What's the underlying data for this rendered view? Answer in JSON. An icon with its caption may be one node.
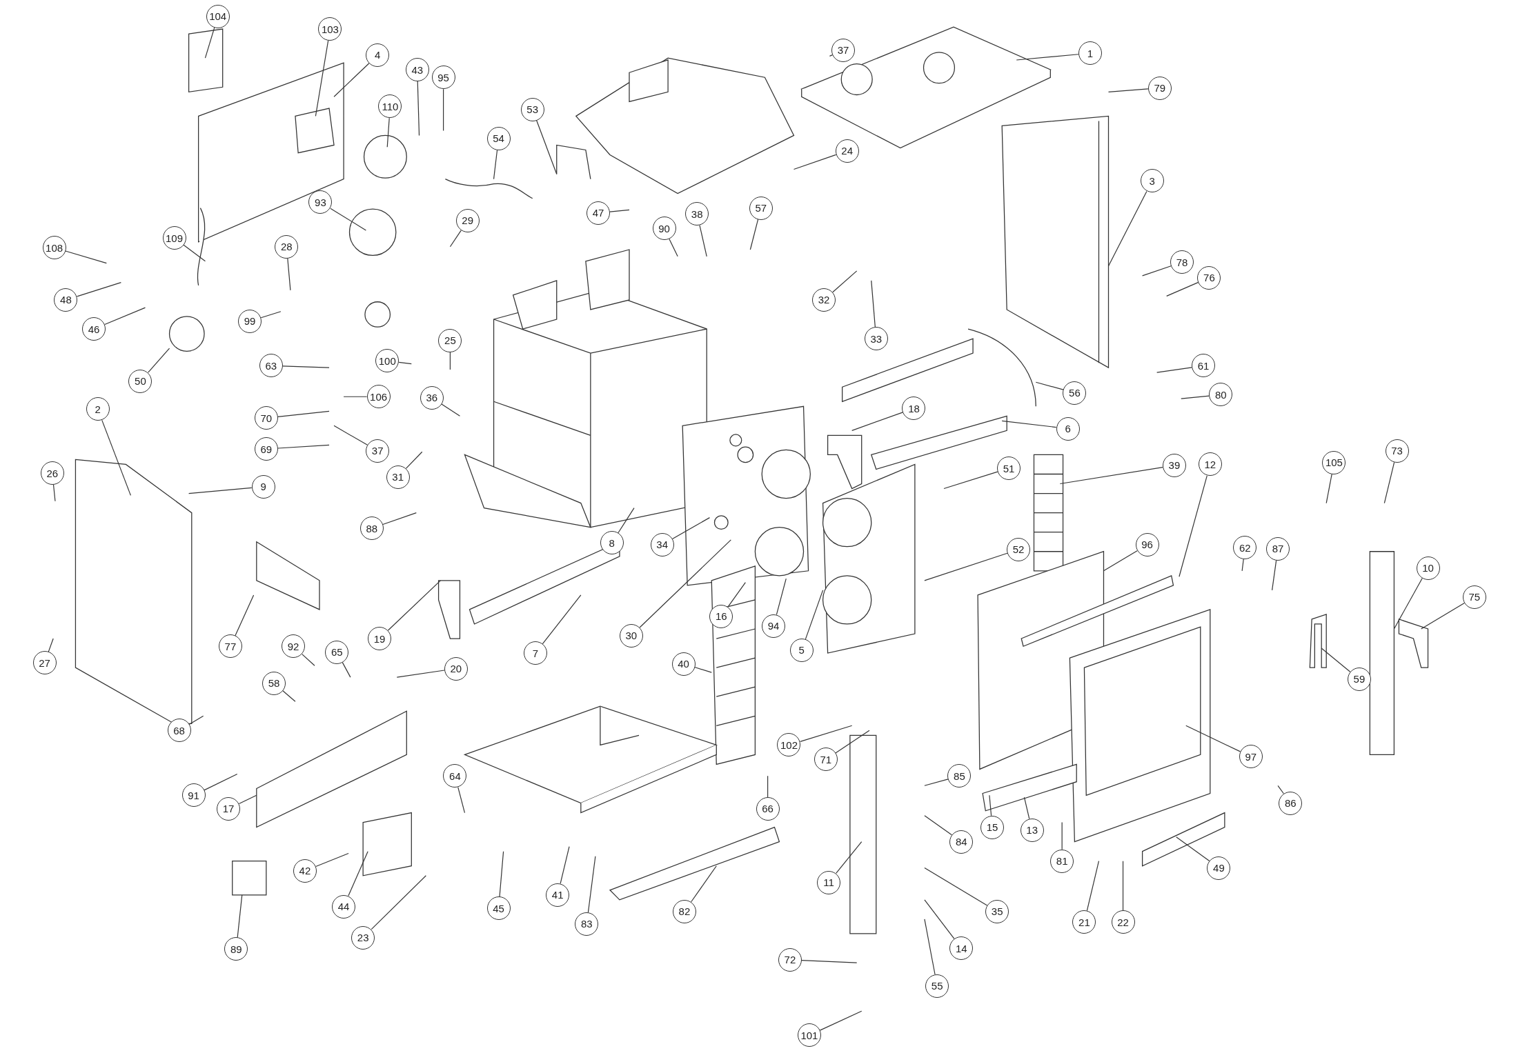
{
  "diagram": {
    "nodes": [
      {
        "text": [
          "104"
        ]
      },
      {
        "text": [
          "103"
        ]
      },
      {
        "text": [
          "4"
        ]
      },
      {
        "text": [
          "43"
        ]
      },
      {
        "text": [
          "95"
        ]
      },
      {
        "text": [
          "110"
        ]
      },
      {
        "text": [
          "108"
        ]
      },
      {
        "text": [
          "109"
        ]
      },
      {
        "text": [
          "48"
        ]
      },
      {
        "text": [
          "28"
        ]
      },
      {
        "text": [
          "93"
        ]
      },
      {
        "text": [
          "29"
        ]
      },
      {
        "text": [
          "54"
        ]
      },
      {
        "text": [
          "53"
        ]
      },
      {
        "text": [
          "37"
        ]
      },
      {
        "text": [
          "1"
        ]
      },
      {
        "text": [
          "79"
        ]
      },
      {
        "text": [
          "24"
        ]
      },
      {
        "text": [
          "47"
        ]
      },
      {
        "text": [
          "90"
        ]
      },
      {
        "text": [
          "38"
        ]
      },
      {
        "text": [
          "57"
        ]
      },
      {
        "text": [
          "3"
        ]
      },
      {
        "text": [
          "78"
        ]
      },
      {
        "text": [
          "76"
        ]
      },
      {
        "text": [
          "32"
        ]
      },
      {
        "text": [
          "33"
        ]
      },
      {
        "text": [
          "46"
        ]
      },
      {
        "text": [
          "99"
        ]
      },
      {
        "text": [
          "50"
        ]
      },
      {
        "text": [
          "63"
        ]
      },
      {
        "text": [
          "100"
        ]
      },
      {
        "text": [
          "25"
        ]
      },
      {
        "text": [
          "106"
        ]
      },
      {
        "text": [
          "70"
        ]
      },
      {
        "text": [
          "36"
        ]
      },
      {
        "text": [
          "37"
        ]
      },
      {
        "text": [
          "61"
        ]
      },
      {
        "text": [
          "80"
        ]
      },
      {
        "text": [
          "56"
        ]
      },
      {
        "text": [
          "18"
        ]
      },
      {
        "text": [
          "6"
        ]
      },
      {
        "text": [
          "69"
        ]
      },
      {
        "text": [
          "31"
        ]
      },
      {
        "text": [
          "9"
        ]
      },
      {
        "text": [
          "2"
        ]
      },
      {
        "text": [
          "26"
        ]
      },
      {
        "text": [
          "51"
        ]
      },
      {
        "text": [
          "39"
        ]
      },
      {
        "text": [
          "12"
        ]
      },
      {
        "text": [
          "88"
        ]
      },
      {
        "text": [
          "8"
        ]
      },
      {
        "text": [
          "34"
        ]
      },
      {
        "text": [
          "105"
        ]
      },
      {
        "text": [
          "73"
        ]
      },
      {
        "text": [
          "62"
        ]
      },
      {
        "text": [
          "87"
        ]
      },
      {
        "text": [
          "96"
        ]
      },
      {
        "text": [
          "52"
        ]
      },
      {
        "text": [
          "10"
        ]
      },
      {
        "text": [
          "19"
        ]
      },
      {
        "text": [
          "7"
        ]
      },
      {
        "text": [
          "30"
        ]
      },
      {
        "text": [
          "16"
        ]
      },
      {
        "text": [
          "94"
        ]
      },
      {
        "text": [
          "5"
        ]
      },
      {
        "text": [
          "75"
        ]
      },
      {
        "text": [
          "40"
        ]
      },
      {
        "text": [
          "77"
        ]
      },
      {
        "text": [
          "27"
        ]
      },
      {
        "text": [
          "59"
        ]
      },
      {
        "text": [
          "92"
        ]
      },
      {
        "text": [
          "65"
        ]
      },
      {
        "text": [
          "20"
        ]
      },
      {
        "text": [
          "58"
        ]
      },
      {
        "text": [
          "97"
        ]
      },
      {
        "text": [
          "68"
        ]
      },
      {
        "text": [
          "102"
        ]
      },
      {
        "text": [
          "71"
        ]
      },
      {
        "text": [
          "86"
        ]
      },
      {
        "text": [
          "85"
        ]
      },
      {
        "text": [
          "91"
        ]
      },
      {
        "text": [
          "17"
        ]
      },
      {
        "text": [
          "64"
        ]
      },
      {
        "text": [
          "66"
        ]
      },
      {
        "text": [
          "15"
        ]
      },
      {
        "text": [
          "13"
        ]
      },
      {
        "text": [
          "84"
        ]
      },
      {
        "text": [
          "81"
        ]
      },
      {
        "text": [
          "49"
        ]
      },
      {
        "text": [
          "44"
        ]
      },
      {
        "text": [
          "42"
        ]
      },
      {
        "text": [
          "41"
        ]
      },
      {
        "text": [
          "83"
        ]
      },
      {
        "text": [
          "45"
        ]
      },
      {
        "text": [
          "11"
        ]
      },
      {
        "text": [
          "35"
        ]
      },
      {
        "text": [
          "21"
        ]
      },
      {
        "text": [
          "22"
        ]
      },
      {
        "text": [
          "23"
        ]
      },
      {
        "text": [
          "82"
        ]
      },
      {
        "text": [
          "89"
        ]
      },
      {
        "text": [
          "14"
        ]
      },
      {
        "text": [
          "55"
        ]
      },
      {
        "text": [
          "72"
        ]
      },
      {
        "text": [
          "101"
        ]
      }
    ],
    "edges": [
      {
        "from": 0,
        "to": null,
        "arrow": "none"
      },
      {
        "from": 1,
        "to": null,
        "arrow": "none"
      },
      {
        "from": 2,
        "to": null,
        "arrow": "none"
      },
      {
        "from": 3,
        "to": null,
        "arrow": "none"
      },
      {
        "from": 4,
        "to": null,
        "arrow": "none"
      },
      {
        "from": 5,
        "to": null,
        "arrow": "none"
      },
      {
        "from": 6,
        "to": null,
        "arrow": "none"
      },
      {
        "from": 7,
        "to": null,
        "arrow": "none"
      },
      {
        "from": 8,
        "to": null,
        "arrow": "none"
      },
      {
        "from": 9,
        "to": null,
        "arrow": "none"
      },
      {
        "from": 10,
        "to": null,
        "arrow": "none"
      },
      {
        "from": 11,
        "to": null,
        "arrow": "none"
      },
      {
        "from": 12,
        "to": null,
        "arrow": "none"
      },
      {
        "from": 13,
        "to": null,
        "arrow": "none"
      },
      {
        "from": 14,
        "to": null,
        "arrow": "none"
      },
      {
        "from": 15,
        "to": null,
        "arrow": "none"
      },
      {
        "from": 16,
        "to": null,
        "arrow": "none"
      },
      {
        "from": 17,
        "to": null,
        "arrow": "none"
      },
      {
        "from": 18,
        "to": null,
        "arrow": "none"
      },
      {
        "from": 19,
        "to": null,
        "arrow": "none"
      },
      {
        "from": 20,
        "to": null,
        "arrow": "none"
      },
      {
        "from": 21,
        "to": null,
        "arrow": "none"
      },
      {
        "from": 22,
        "to": null,
        "arrow": "none"
      },
      {
        "from": 23,
        "to": null,
        "arrow": "none"
      },
      {
        "from": 24,
        "to": null,
        "arrow": "none"
      },
      {
        "from": 25,
        "to": null,
        "arrow": "none"
      },
      {
        "from": 26,
        "to": null,
        "arrow": "none"
      },
      {
        "from": 27,
        "to": null,
        "arrow": "none"
      },
      {
        "from": 28,
        "to": null,
        "arrow": "none"
      },
      {
        "from": 29,
        "to": null,
        "arrow": "none"
      },
      {
        "from": 30,
        "to": null,
        "arrow": "none"
      },
      {
        "from": 31,
        "to": null,
        "arrow": "none"
      },
      {
        "from": 32,
        "to": null,
        "arrow": "none"
      },
      {
        "from": 33,
        "to": null,
        "arrow": "none"
      },
      {
        "from": 34,
        "to": null,
        "arrow": "none"
      },
      {
        "from": 35,
        "to": null,
        "arrow": "none"
      },
      {
        "from": 36,
        "to": null,
        "arrow": "none"
      },
      {
        "from": 37,
        "to": null,
        "arrow": "none"
      },
      {
        "from": 38,
        "to": null,
        "arrow": "none"
      },
      {
        "from": 39,
        "to": null,
        "arrow": "none"
      },
      {
        "from": 40,
        "to": null,
        "arrow": "none"
      },
      {
        "from": 41,
        "to": null,
        "arrow": "none"
      },
      {
        "from": 42,
        "to": null,
        "arrow": "none"
      },
      {
        "from": 43,
        "to": null,
        "arrow": "none"
      },
      {
        "from": 44,
        "to": null,
        "arrow": "none"
      },
      {
        "from": 45,
        "to": null,
        "arrow": "none"
      },
      {
        "from": 46,
        "to": null,
        "arrow": "none"
      },
      {
        "from": 47,
        "to": null,
        "arrow": "none"
      },
      {
        "from": 48,
        "to": null,
        "arrow": "none"
      },
      {
        "from": 49,
        "to": null,
        "arrow": "none"
      },
      {
        "from": 50,
        "to": null,
        "arrow": "none"
      },
      {
        "from": 51,
        "to": null,
        "arrow": "none"
      },
      {
        "from": 52,
        "to": null,
        "arrow": "none"
      },
      {
        "from": 53,
        "to": null,
        "arrow": "none"
      },
      {
        "from": 54,
        "to": null,
        "arrow": "none"
      },
      {
        "from": 55,
        "to": null,
        "arrow": "none"
      },
      {
        "from": 56,
        "to": null,
        "arrow": "none"
      },
      {
        "from": 57,
        "to": null,
        "arrow": "none"
      },
      {
        "from": 58,
        "to": null,
        "arrow": "none"
      },
      {
        "from": 59,
        "to": null,
        "arrow": "none"
      },
      {
        "from": 60,
        "to": null,
        "arrow": "none"
      },
      {
        "from": 61,
        "to": null,
        "arrow": "none"
      },
      {
        "from": 62,
        "to": null,
        "arrow": "none"
      },
      {
        "from": 63,
        "to": null,
        "arrow": "none"
      },
      {
        "from": 64,
        "to": null,
        "arrow": "none"
      },
      {
        "from": 65,
        "to": null,
        "arrow": "none"
      },
      {
        "from": 66,
        "to": null,
        "arrow": "none"
      },
      {
        "from": 67,
        "to": null,
        "arrow": "none"
      },
      {
        "from": 68,
        "to": null,
        "arrow": "none"
      },
      {
        "from": 69,
        "to": null,
        "arrow": "none"
      },
      {
        "from": 70,
        "to": null,
        "arrow": "none"
      },
      {
        "from": 71,
        "to": null,
        "arrow": "none"
      },
      {
        "from": 72,
        "to": null,
        "arrow": "none"
      },
      {
        "from": 73,
        "to": null,
        "arrow": "none"
      },
      {
        "from": 74,
        "to": null,
        "arrow": "none"
      },
      {
        "from": 75,
        "to": null,
        "arrow": "none"
      },
      {
        "from": 76,
        "to": null,
        "arrow": "none"
      },
      {
        "from": 77,
        "to": null,
        "arrow": "none"
      },
      {
        "from": 78,
        "to": null,
        "arrow": "none"
      },
      {
        "from": 79,
        "to": null,
        "arrow": "none"
      },
      {
        "from": 80,
        "to": null,
        "arrow": "none"
      },
      {
        "from": 81,
        "to": null,
        "arrow": "none"
      },
      {
        "from": 82,
        "to": null,
        "arrow": "none"
      },
      {
        "from": 83,
        "to": null,
        "arrow": "none"
      },
      {
        "from": 84,
        "to": null,
        "arrow": "none"
      },
      {
        "from": 85,
        "to": null,
        "arrow": "none"
      },
      {
        "from": 86,
        "to": null,
        "arrow": "none"
      },
      {
        "from": 87,
        "to": null,
        "arrow": "none"
      },
      {
        "from": 88,
        "to": null,
        "arrow": "none"
      },
      {
        "from": 89,
        "to": null,
        "arrow": "none"
      },
      {
        "from": 90,
        "to": null,
        "arrow": "none"
      },
      {
        "from": 91,
        "to": null,
        "arrow": "none"
      },
      {
        "from": 92,
        "to": null,
        "arrow": "none"
      },
      {
        "from": 93,
        "to": null,
        "arrow": "none"
      },
      {
        "from": 94,
        "to": null,
        "arrow": "none"
      },
      {
        "from": 95,
        "to": null,
        "arrow": "none"
      },
      {
        "from": 96,
        "to": null,
        "arrow": "none"
      },
      {
        "from": 97,
        "to": null,
        "arrow": "none"
      },
      {
        "from": 98,
        "to": null,
        "arrow": "none"
      },
      {
        "from": 99,
        "to": null,
        "arrow": "none"
      },
      {
        "from": 100,
        "to": null,
        "arrow": "none"
      },
      {
        "from": 101,
        "to": null,
        "arrow": "none"
      },
      {
        "from": 102,
        "to": null,
        "arrow": "none"
      },
      {
        "from": 103,
        "to": null,
        "arrow": "none"
      },
      {
        "from": 104,
        "to": null,
        "arrow": "none"
      },
      {
        "from": 105,
        "to": null,
        "arrow": "none"
      }
    ]
  }
}
